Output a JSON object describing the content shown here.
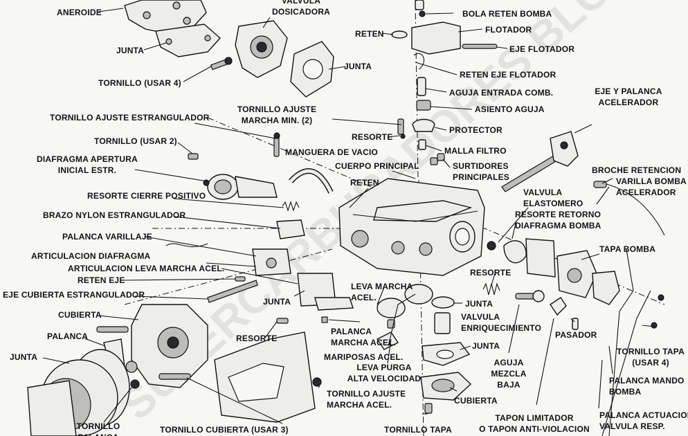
{
  "watermark": "SUPERCARBURADORES BLOG",
  "labels": [
    {
      "id": "aneroide",
      "lines": [
        "ANEROIDE"
      ]
    },
    {
      "id": "valvula-dosicadora",
      "lines": [
        "VALVULA",
        "DOSICADORA"
      ]
    },
    {
      "id": "junta-1",
      "lines": [
        "JUNTA"
      ]
    },
    {
      "id": "tornillo-usar-4",
      "lines": [
        "TORNILLO (USAR 4)"
      ]
    },
    {
      "id": "junta-2",
      "lines": [
        "JUNTA"
      ]
    },
    {
      "id": "bola-reten-bomba",
      "lines": [
        "BOLA RETEN BOMBA"
      ]
    },
    {
      "id": "reten-1",
      "lines": [
        "RETEN"
      ]
    },
    {
      "id": "flotador",
      "lines": [
        "FLOTADOR"
      ]
    },
    {
      "id": "eje-flotador",
      "lines": [
        "EJE FLOTADOR"
      ]
    },
    {
      "id": "reten-eje-flotador",
      "lines": [
        "RETEN EJE FLOTADOR"
      ]
    },
    {
      "id": "aguja-entrada-comb",
      "lines": [
        "AGUJA ENTRADA COMB."
      ]
    },
    {
      "id": "asiento-aguja",
      "lines": [
        "ASIENTO AGUJA"
      ]
    },
    {
      "id": "protector",
      "lines": [
        "PROTECTOR"
      ]
    },
    {
      "id": "malla-filtro",
      "lines": [
        "MALLA FILTRO"
      ]
    },
    {
      "id": "surtidores-principales",
      "lines": [
        "SURTIDORES",
        "PRINCIPALES"
      ]
    },
    {
      "id": "eje-palanca-acelerador",
      "lines": [
        "EJE Y PALANCA",
        "ACELERADOR"
      ]
    },
    {
      "id": "tornillo-ajuste-estrangulador",
      "lines": [
        "TORNILLO AJUSTE ESTRANGULADOR"
      ]
    },
    {
      "id": "tornillo-ajuste-marcha-min",
      "lines": [
        "TORNILLO AJUSTE",
        "MARCHA MIN. (2)"
      ]
    },
    {
      "id": "resorte-1",
      "lines": [
        "RESORTE"
      ]
    },
    {
      "id": "tornillo-usar-2",
      "lines": [
        "TORNILLO (USAR 2)"
      ]
    },
    {
      "id": "manguera-de-vacio",
      "lines": [
        "MANGUERA DE VACIO"
      ]
    },
    {
      "id": "cuerpo-principal",
      "lines": [
        "CUERPO PRINCIPAL"
      ]
    },
    {
      "id": "diafragma-apertura",
      "lines": [
        "DIAFRAGMA APERTURA",
        "INICIAL ESTR."
      ]
    },
    {
      "id": "reten-2",
      "lines": [
        "RETEN"
      ]
    },
    {
      "id": "resorte-cierre-positivo",
      "lines": [
        "RESORTE CIERRE POSITIVO"
      ]
    },
    {
      "id": "brazo-nylon",
      "lines": [
        "BRAZO NYLON ESTRANGULADOR"
      ]
    },
    {
      "id": "palanca-varillaje",
      "lines": [
        "PALANCA VARILLAJE"
      ]
    },
    {
      "id": "articulacion-diafragma",
      "lines": [
        "ARTICULACION DIAFRAGMA"
      ]
    },
    {
      "id": "articulacion-leva",
      "lines": [
        "ARTICULACION LEVA MARCHA ACEL."
      ]
    },
    {
      "id": "reten-eje",
      "lines": [
        "RETEN EJE"
      ]
    },
    {
      "id": "eje-cubierta-estrangulador",
      "lines": [
        "EJE CUBIERTA ESTRANGULADOR"
      ]
    },
    {
      "id": "cubierta-1",
      "lines": [
        "CUBIERTA"
      ]
    },
    {
      "id": "palanca-1",
      "lines": [
        "PALANCA"
      ]
    },
    {
      "id": "junta-3",
      "lines": [
        "JUNTA"
      ]
    },
    {
      "id": "broche-retencion",
      "lines": [
        "BROCHE RETENCION"
      ]
    },
    {
      "id": "varilla-bomba",
      "lines": [
        "VARILLA BOMBA",
        "ACELERADOR"
      ]
    },
    {
      "id": "valvula-elastomero",
      "lines": [
        "VALVULA",
        "ELASTOMERO"
      ]
    },
    {
      "id": "resorte-retorno",
      "lines": [
        "RESORTE RETORNO",
        "DIAFRAGMA BOMBA"
      ]
    },
    {
      "id": "tapa-bomba",
      "lines": [
        "TAPA BOMBA"
      ]
    },
    {
      "id": "resorte-2",
      "lines": [
        "RESORTE"
      ]
    },
    {
      "id": "leva-marcha-acel",
      "lines": [
        "LEVA MARCHA",
        "ACEL."
      ]
    },
    {
      "id": "junta-4",
      "lines": [
        "JUNTA"
      ]
    },
    {
      "id": "junta-5",
      "lines": [
        "JUNTA"
      ]
    },
    {
      "id": "valvula-enriquecimiento",
      "lines": [
        "VALVULA",
        "ENRIQUECIMIENTO"
      ]
    },
    {
      "id": "junta-6",
      "lines": [
        "JUNTA"
      ]
    },
    {
      "id": "pasador",
      "lines": [
        "PASADOR"
      ]
    },
    {
      "id": "palanca-marcha-acel",
      "lines": [
        "PALANCA",
        "MARCHA ACEL."
      ]
    },
    {
      "id": "resorte-3",
      "lines": [
        "RESORTE"
      ]
    },
    {
      "id": "mariposas-acel",
      "lines": [
        "MARIPOSAS ACEL."
      ]
    },
    {
      "id": "leva-purga",
      "lines": [
        "LEVA PURGA",
        "ALTA VELOCIDAD"
      ]
    },
    {
      "id": "tornillo-ajuste-marcha-acel",
      "lines": [
        "TORNILLO AJUSTE",
        "MARCHA ACEL."
      ]
    },
    {
      "id": "cubierta-2",
      "lines": [
        "CUBIERTA"
      ]
    },
    {
      "id": "aguja-mezcla-baja",
      "lines": [
        "AGUJA",
        "MEZCLA",
        "BAJA"
      ]
    },
    {
      "id": "tornillo-tapa-usar-4",
      "lines": [
        "TORNILLO TAPA",
        "(USAR 4)"
      ]
    },
    {
      "id": "palanca-mando-bomba",
      "lines": [
        "PALANCA MANDO",
        "BOMBA"
      ]
    },
    {
      "id": "palanca-actuacion",
      "lines": [
        "PALANCA ACTUACION",
        "VALVULA RESP."
      ]
    },
    {
      "id": "tapon-limitador",
      "lines": [
        "TAPON LIMITADOR",
        "O TAPON ANTI-VIOLACION"
      ]
    },
    {
      "id": "tornillo-tapa",
      "lines": [
        "TORNILLO TAPA"
      ]
    },
    {
      "id": "tornillo-cubierta",
      "lines": [
        "TORNILLO CUBIERTA (USAR 3)"
      ]
    },
    {
      "id": "tornillo-palanca",
      "lines": [
        "TORNILLO",
        "PALANCA"
      ]
    }
  ]
}
